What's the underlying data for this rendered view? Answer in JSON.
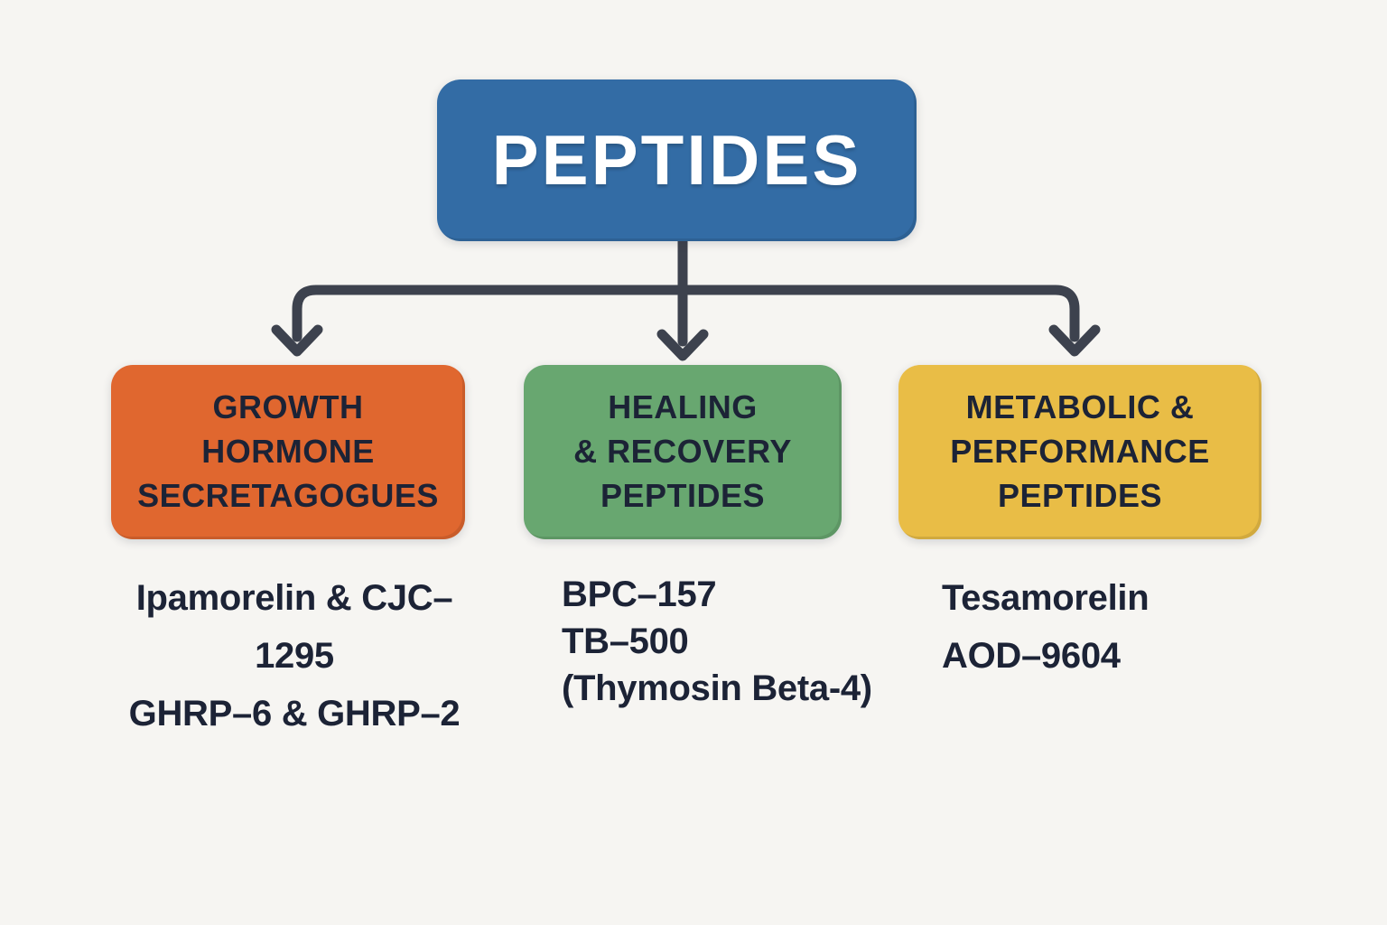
{
  "diagram": {
    "background_color": "#f6f5f2",
    "connector_color": "#3d424e",
    "text_color": "#1c2336",
    "root": {
      "label": "PEPTIDES",
      "color": "#336ca5",
      "text_color": "#ffffff"
    },
    "branches": [
      {
        "title": "GROWTH HORMONE SECRETAGOGUES",
        "title_lines": [
          "GROWTH",
          "HORMONE",
          "SECRETAGOGUES"
        ],
        "color": "#e0672f",
        "items": [
          "Ipamorelin & CJC–1295",
          "GHRP–6 & GHRP–2"
        ]
      },
      {
        "title": "HEALING & RECOVERY PEPTIDES",
        "title_lines": [
          "HEALING",
          "& RECOVERY",
          "PEPTIDES"
        ],
        "color": "#68a770",
        "items": [
          "BPC–157",
          "TB–500",
          "(Thymosin Beta-4)"
        ]
      },
      {
        "title": "METABOLIC & PERFORMANCE PEPTIDES",
        "title_lines": [
          "METABOLIC &",
          "PERFORMANCE",
          "PEPTIDES"
        ],
        "color": "#e9bd46",
        "items": [
          "Tesamorelin",
          "AOD–9604"
        ]
      }
    ]
  }
}
